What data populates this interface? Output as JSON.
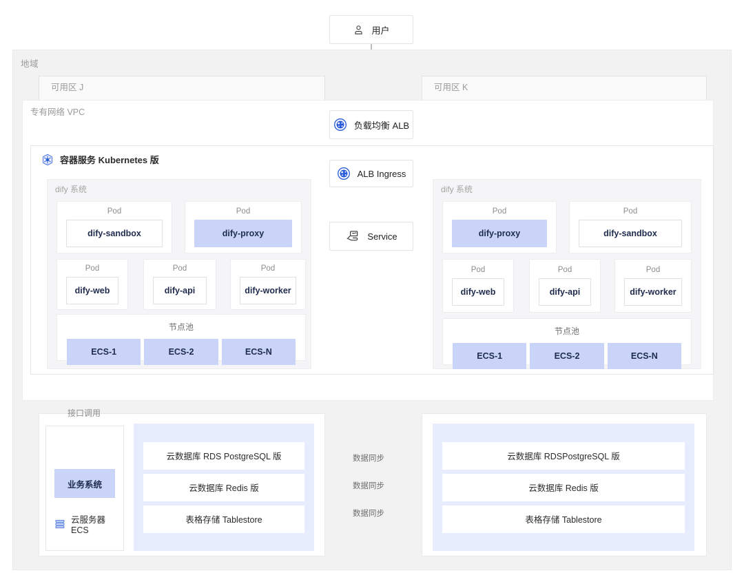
{
  "region": {
    "label": "地域"
  },
  "availability_zones": [
    {
      "id": "j",
      "label": "可用区 J"
    },
    {
      "id": "k",
      "label": "可用区 K"
    }
  ],
  "vpc": {
    "label": "专有网络 VPC"
  },
  "ack": {
    "label": "容器服务 Kubernetes 版",
    "icon": "kubernetes-icon"
  },
  "center_column": {
    "user": {
      "label": "用户",
      "icon": "user-icon"
    },
    "alb": {
      "label": "负载均衡 ALB",
      "icon": "alb-icon"
    },
    "ingress": {
      "label": "ALB Ingress",
      "icon": "alb-icon"
    },
    "service": {
      "label": "Service",
      "icon": "k8s-service-icon"
    }
  },
  "dify_system": {
    "label": "dify 系统"
  },
  "pod_caption": "Pod",
  "zone_j": {
    "pods_row1": [
      {
        "name": "dify-sandbox",
        "highlighted": false
      },
      {
        "name": "dify-proxy",
        "highlighted": true
      }
    ],
    "pods_row2": [
      {
        "name": "dify-web",
        "highlighted": false
      },
      {
        "name": "dify-api",
        "highlighted": false
      },
      {
        "name": "dify-worker",
        "highlighted": false
      }
    ],
    "node_pool": {
      "label": "节点池",
      "nodes": [
        "ECS-1",
        "ECS-2",
        "ECS-N"
      ]
    },
    "databases": [
      "云数据库 RDS  PostgreSQL 版",
      "云数据库 Redis 版",
      "表格存储 Tablestore"
    ],
    "business": {
      "interface_call_label": "接口调用",
      "system_label": "业务系统",
      "ecs_label": "云服务器 ECS",
      "ecs_icon": "ecs-icon"
    }
  },
  "zone_k": {
    "pods_row1": [
      {
        "name": "dify-proxy",
        "highlighted": true
      },
      {
        "name": "dify-sandbox",
        "highlighted": false
      }
    ],
    "pods_row2": [
      {
        "name": "dify-web",
        "highlighted": false
      },
      {
        "name": "dify-api",
        "highlighted": false
      },
      {
        "name": "dify-worker",
        "highlighted": false
      }
    ],
    "node_pool": {
      "label": "节点池",
      "nodes": [
        "ECS-1",
        "ECS-2",
        "ECS-N"
      ]
    },
    "databases": [
      "云数据库 RDSPostgreSQL 版",
      "云数据库 Redis 版",
      "表格存储 Tablestore"
    ]
  },
  "sync_labels": [
    "数据同步",
    "数据同步",
    "数据同步"
  ],
  "colors": {
    "highlight_blue": "#c9d4f8",
    "panel_blue": "#e8edfd",
    "region_bg": "#f2f2f2",
    "line_gray": "#8d8d8d",
    "accent": "#1a6eff"
  }
}
